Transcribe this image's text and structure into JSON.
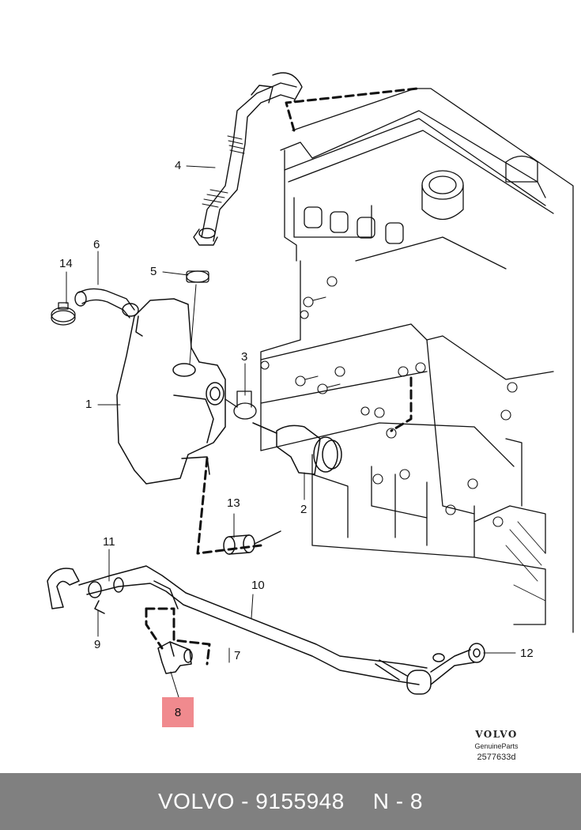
{
  "callouts": {
    "c1": "1",
    "c2": "2",
    "c3": "3",
    "c4": "4",
    "c5": "5",
    "c6": "6",
    "c7": "7",
    "c8": "8",
    "c9": "9",
    "c10": "10",
    "c11": "11",
    "c12": "12",
    "c13": "13",
    "c14": "14"
  },
  "branding": {
    "logo": "VOLVO",
    "subtitle": "GenuineParts",
    "code": "2577633d"
  },
  "footer": {
    "part_label": "VOLVO - 9155948",
    "position": "N - 8"
  },
  "colors": {
    "highlight": "#f08a8e",
    "footer_bg": "#808080"
  }
}
